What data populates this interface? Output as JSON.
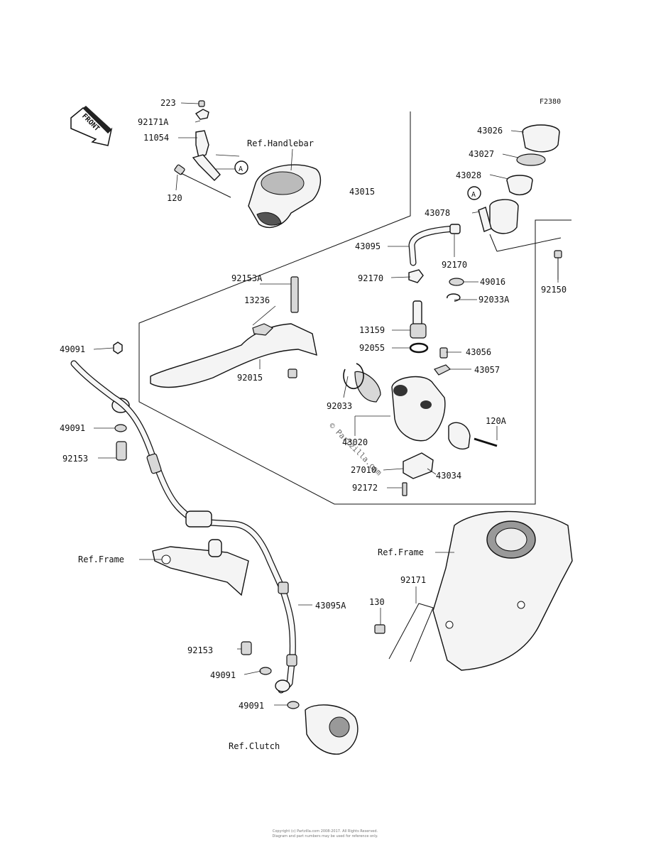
{
  "figure_code": "F2380",
  "front_label": "FRONT",
  "callout_a": "A",
  "footer": [
    "Copyright (c) Partzilla.com 2008-2017. All Rights Reserved.",
    "Diagram and part numbers may be used for reference only."
  ],
  "watermark": "© Partzilla.com",
  "labels": {
    "p223": "223",
    "p92171A": "92171A",
    "p11054": "11054",
    "p120": "120",
    "ref_handlebar": "Ref.Handlebar",
    "p43015": "43015",
    "p43026": "43026",
    "p43027": "43027",
    "p43028": "43028",
    "p43078": "43078",
    "p43095": "43095",
    "p92170a": "92170",
    "p92170b": "92170",
    "p49016": "49016",
    "p92033A": "92033A",
    "p92150": "92150",
    "p92153A": "92153A",
    "p13236": "13236",
    "p92015": "92015",
    "p13159": "13159",
    "p92055": "92055",
    "p43056": "43056",
    "p43057": "43057",
    "p92033": "92033",
    "p43020": "43020",
    "p120A": "120A",
    "p27010": "27010",
    "p43034": "43034",
    "p92172": "92172",
    "p49091a": "49091",
    "p49091b": "49091",
    "p92153a": "92153",
    "ref_frame_left": "Ref.Frame",
    "ref_frame_right": "Ref.Frame",
    "p92171": "92171",
    "p130": "130",
    "p43095A": "43095A",
    "p92153b": "92153",
    "p49091c": "49091",
    "p49091d": "49091",
    "ref_clutch": "Ref.Clutch"
  }
}
